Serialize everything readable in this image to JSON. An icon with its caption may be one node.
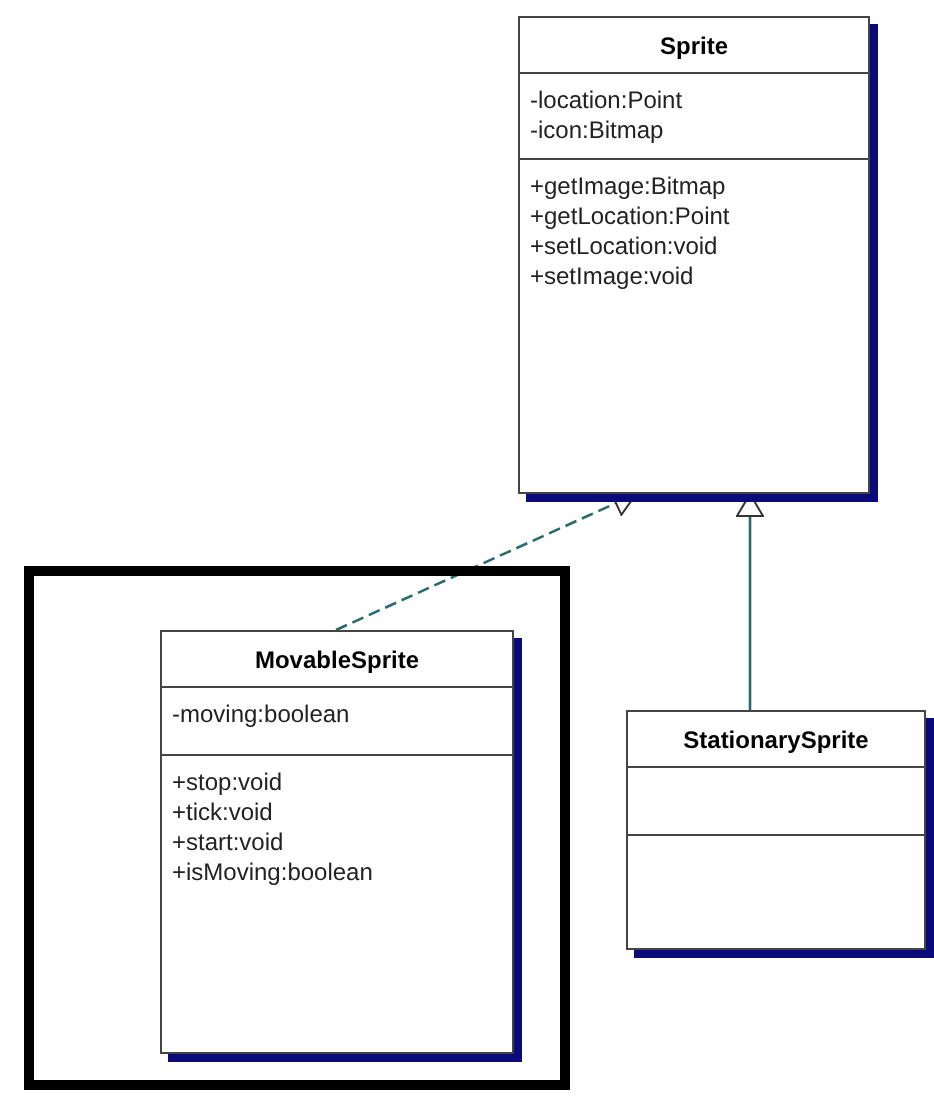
{
  "diagram": {
    "nodes": [
      {
        "text": [
          "Sprite",
          "-location:Point",
          "-icon:Bitmap",
          "+getImage:Bitmap",
          "+getLocation:Point",
          "+setLocation:void",
          "+setImage:void"
        ]
      },
      {
        "text": [],
        "shape": "box"
      },
      {
        "text": [
          "MovableSprite",
          "-moving:boolean",
          "+stop:void",
          "+tick:void",
          "+start:void",
          "+isMoving:boolean"
        ],
        "in": 1
      },
      {
        "text": [
          "StationarySprite"
        ]
      }
    ],
    "edges": [
      {
        "from": 2,
        "to": 0,
        "arrow": "to",
        "style": "dashed"
      },
      {
        "from": 3,
        "to": 0,
        "arrow": "to"
      }
    ]
  }
}
